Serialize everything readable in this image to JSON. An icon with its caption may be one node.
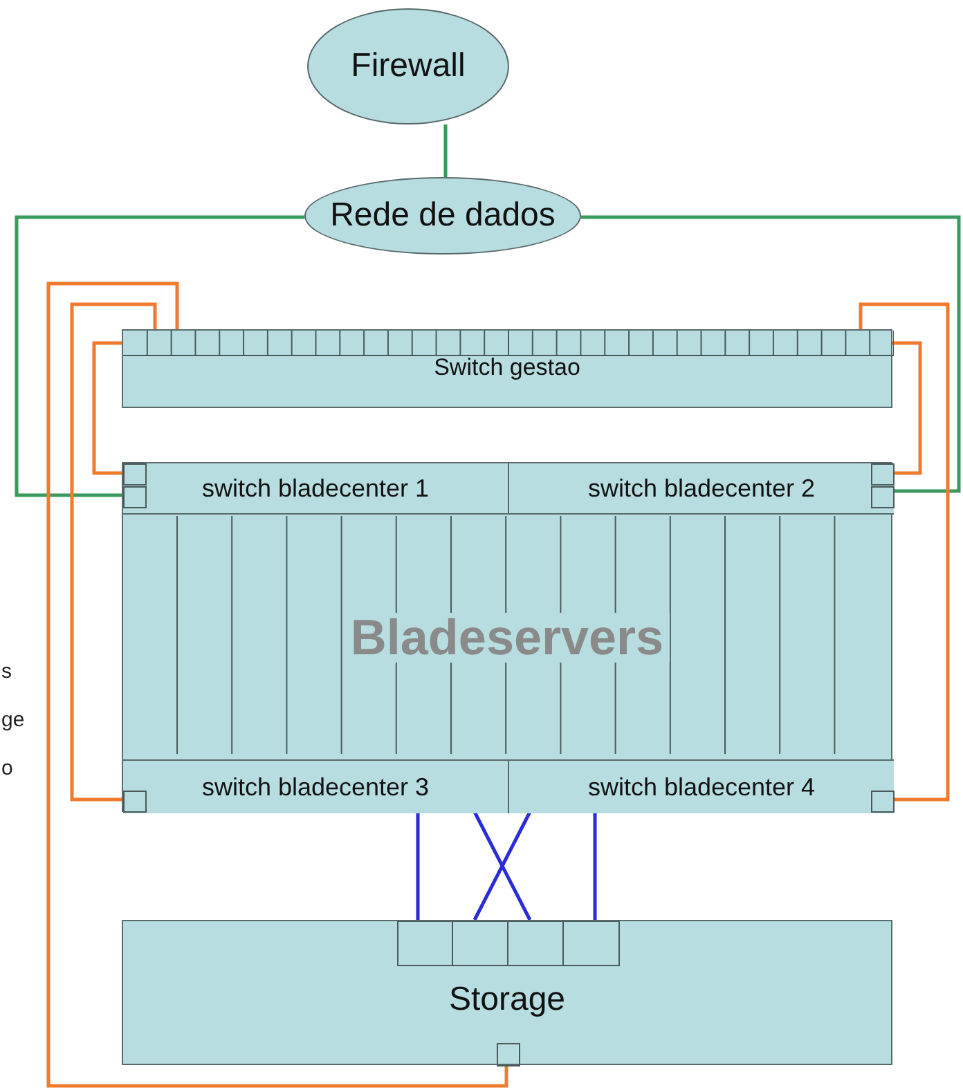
{
  "diagram": {
    "nodes": [
      {
        "text": [
          "Firewall"
        ]
      },
      {
        "text": [
          "Rede de dados"
        ]
      },
      {
        "text": [
          "Switch gestao"
        ]
      },
      {
        "text": [
          "Bladeservers"
        ]
      },
      {
        "text": [
          "switch bladecenter 1"
        ],
        "in": 3
      },
      {
        "text": [
          "switch bladecenter 2"
        ],
        "in": 3
      },
      {
        "text": [
          "switch bladecenter 3"
        ],
        "in": 3
      },
      {
        "text": [
          "switch bladecenter 4"
        ],
        "in": 3
      },
      {
        "text": [
          "Storage"
        ]
      }
    ],
    "edges": [
      {
        "from": 0,
        "to": 1,
        "arrow": "none",
        "color": "#3a9a5c"
      },
      {
        "from": 1,
        "to": 4,
        "arrow": "none",
        "color": "#3a9a5c"
      },
      {
        "from": 1,
        "to": 5,
        "arrow": "none",
        "color": "#3a9a5c"
      },
      {
        "from": 2,
        "to": 8,
        "arrow": "none",
        "color": "#f07a2e"
      },
      {
        "from": 2,
        "to": 6,
        "arrow": "none",
        "color": "#f07a2e"
      },
      {
        "from": 2,
        "to": 4,
        "arrow": "none",
        "color": "#f07a2e"
      },
      {
        "from": 2,
        "to": 7,
        "arrow": "none",
        "color": "#f07a2e"
      },
      {
        "from": 2,
        "to": 5,
        "arrow": "none",
        "color": "#f07a2e"
      },
      {
        "from": 6,
        "to": 8,
        "arrow": "none",
        "color": "#2b2bd8"
      },
      {
        "from": 6,
        "to": 8,
        "arrow": "none",
        "color": "#2b2bd8"
      },
      {
        "from": 7,
        "to": 8,
        "arrow": "none",
        "color": "#2b2bd8"
      },
      {
        "from": 7,
        "to": 8,
        "arrow": "none",
        "color": "#2b2bd8"
      }
    ],
    "labels": [
      "s",
      "ge",
      "o"
    ]
  }
}
